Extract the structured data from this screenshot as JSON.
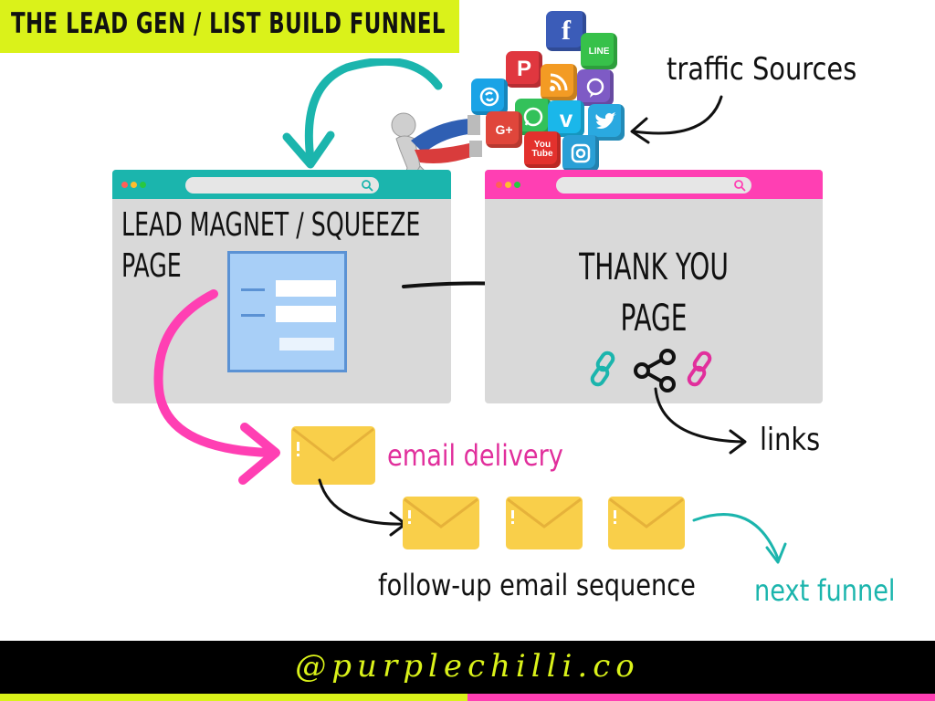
{
  "title": "THE LEAD GEN / LIST BUILD FUNNEL",
  "squeeze_page": {
    "label_line1": "LEAD MAGNET / SQUEEZE",
    "label_line2": "PAGE"
  },
  "thank_you_page": {
    "label_line1": "THANK YOU",
    "label_line2": "PAGE"
  },
  "annotations": {
    "traffic_sources": "traffic Sources",
    "email_delivery": "email delivery",
    "links": "links",
    "follow_up": "follow-up email sequence",
    "next_funnel": "next funnel"
  },
  "social_icons": [
    "facebook-icon",
    "line-icon",
    "pinterest-icon",
    "rss-icon",
    "viber-icon",
    "skype-icon",
    "whatsapp-icon",
    "google-plus-icon",
    "vimeo-icon",
    "twitter-icon",
    "youtube-icon",
    "instagram-icon"
  ],
  "social_icon_text": {
    "facebook": "f",
    "line": "LINE",
    "pinterest": "P",
    "google_plus": "G+",
    "vimeo": "v",
    "youtube_line1": "You",
    "youtube_line2": "Tube"
  },
  "footer": {
    "handle": "@purplechilli.co"
  },
  "colors": {
    "accent_yellow": "#daf21a",
    "teal": "#1bb5ad",
    "pink": "#ff3fb3",
    "browser_gray": "#d9d9d9",
    "form_blue": "#a8cff7",
    "envelope_yellow": "#f9cf4a"
  }
}
